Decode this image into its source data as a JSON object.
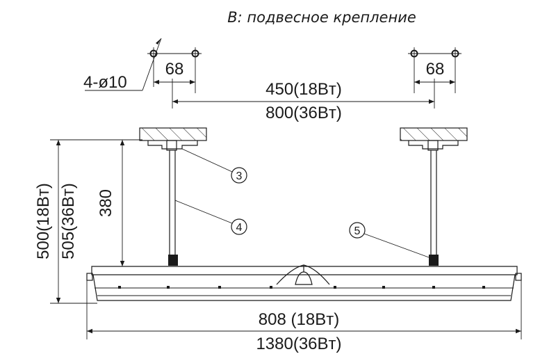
{
  "title": "В: подвесное крепление",
  "holes_label": "4-ø10",
  "hole_spacing_left": "68",
  "hole_spacing_right": "68",
  "mount_spacing_18w": "450(18Bт)",
  "mount_spacing_36w": "800(36Bт)",
  "rod_length": "380",
  "total_height_18w": "500(18Bт)",
  "total_height_36w": "505(36Bт)",
  "lamp_length_18w": "808 (18Bт)",
  "lamp_length_36w": "1380(36Bт)",
  "callouts": [
    "3",
    "4",
    "5"
  ]
}
